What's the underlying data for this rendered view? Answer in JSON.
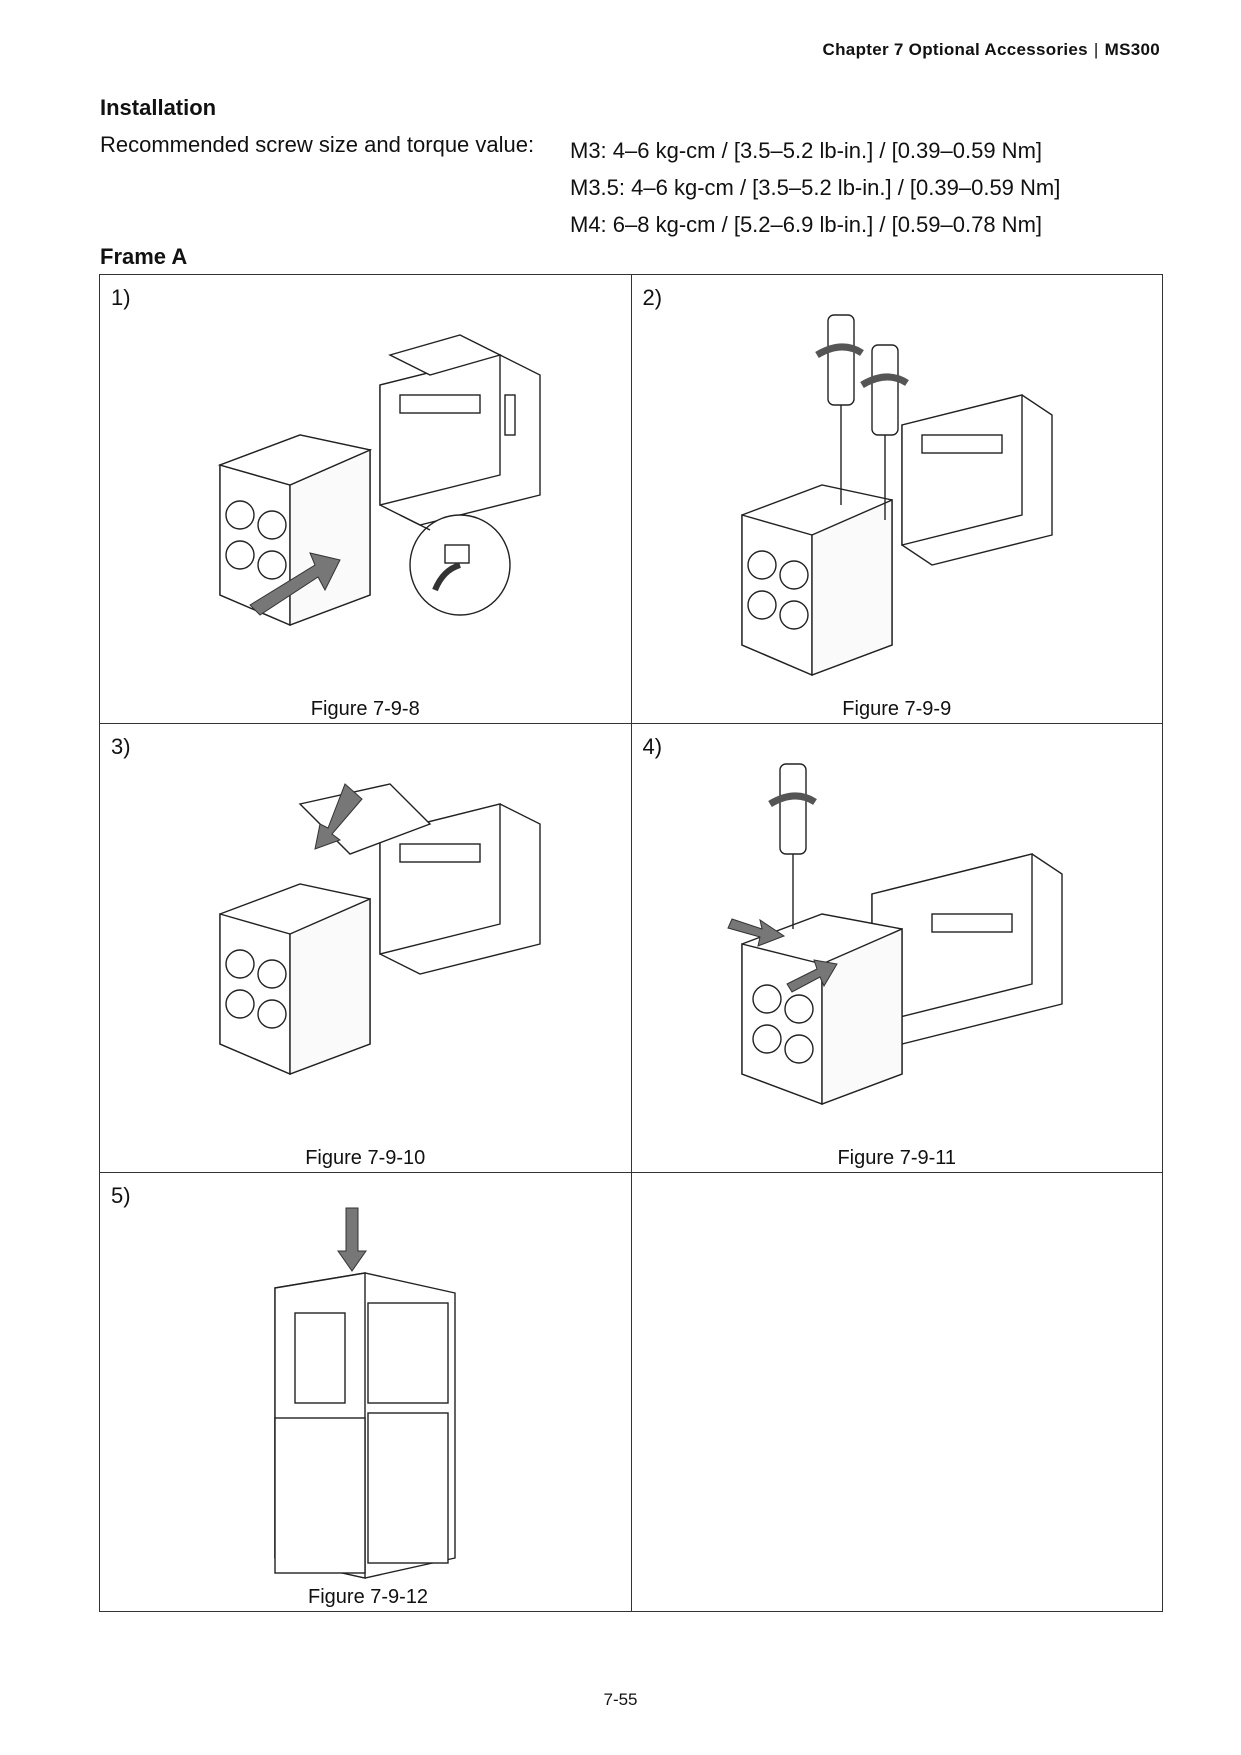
{
  "header": {
    "chapter": "Chapter 7 Optional Accessories",
    "product": "MS300"
  },
  "installation": {
    "title": "Installation",
    "torque_label": "Recommended screw size and torque value:",
    "torque_values": [
      "M3: 4–6 kg-cm / [3.5–5.2 lb-in.] / [0.39–0.59 Nm]",
      "M3.5: 4–6 kg-cm / [3.5–5.2 lb-in.] / [0.39–0.59 Nm]",
      "M4: 6–8 kg-cm / [5.2–6.9 lb-in.] / [0.59–0.78 Nm]"
    ]
  },
  "frame": {
    "title": "Frame A",
    "steps": [
      {
        "number": "1)",
        "caption": "Figure 7-9-8"
      },
      {
        "number": "2)",
        "caption": "Figure 7-9-9"
      },
      {
        "number": "3)",
        "caption": "Figure 7-9-10"
      },
      {
        "number": "4)",
        "caption": "Figure 7-9-11"
      },
      {
        "number": "5)",
        "caption": "Figure 7-9-12"
      }
    ]
  },
  "page_number": "7-55"
}
